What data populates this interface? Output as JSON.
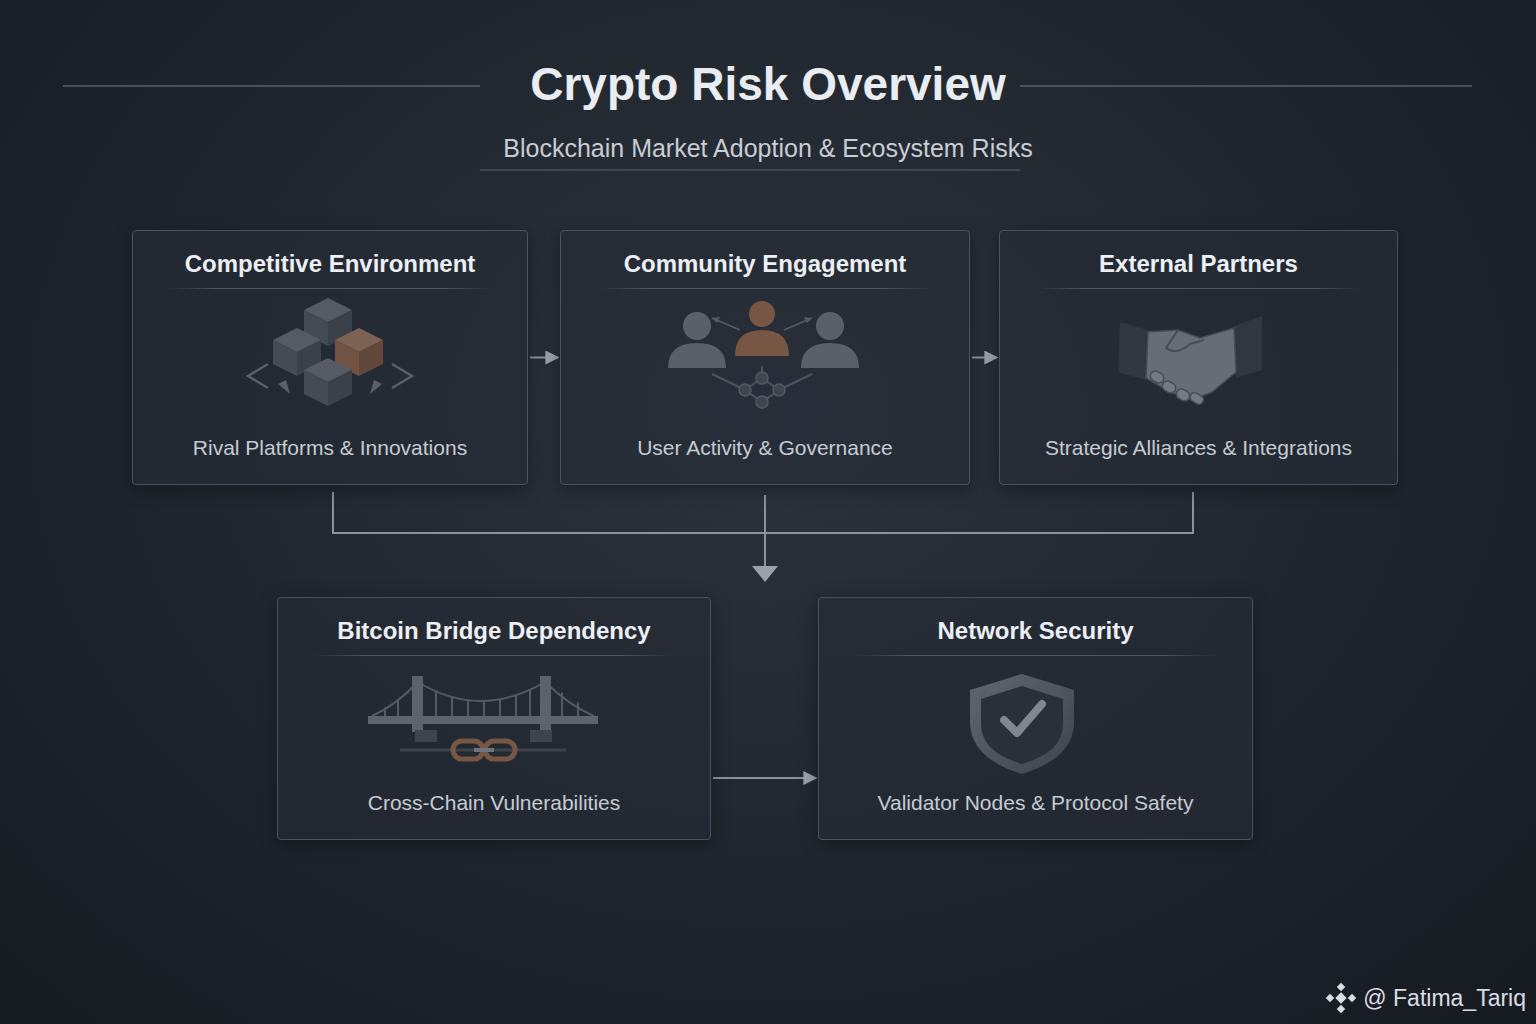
{
  "diagram": {
    "title": "Crypto Risk Overview",
    "nodes": [
      {
        "text": [
          "Competitive Environment",
          "Rival Platforms & Innovations"
        ]
      },
      {
        "text": [
          "Community Engagement",
          "User Activity & Governance"
        ]
      },
      {
        "text": [
          "External Partners",
          "Strategic Alliances & Integrations"
        ]
      },
      {
        "text": [
          "Bitcoin Bridge Dependency",
          "Cross-Chain Vulnerabilities"
        ]
      },
      {
        "text": [
          "Network Security",
          "Validator Nodes & Protocol Safety"
        ]
      }
    ],
    "edges": [
      {
        "from": 0,
        "to": 1,
        "arrow": "to"
      },
      {
        "from": 1,
        "to": 2,
        "arrow": "to"
      },
      {
        "from": 3,
        "to": 4,
        "arrow": "to"
      }
    ],
    "labels": [
      "Blockchain Market Adoption & Ecosystem Risks",
      "@ Fatima_Tariq"
    ]
  }
}
